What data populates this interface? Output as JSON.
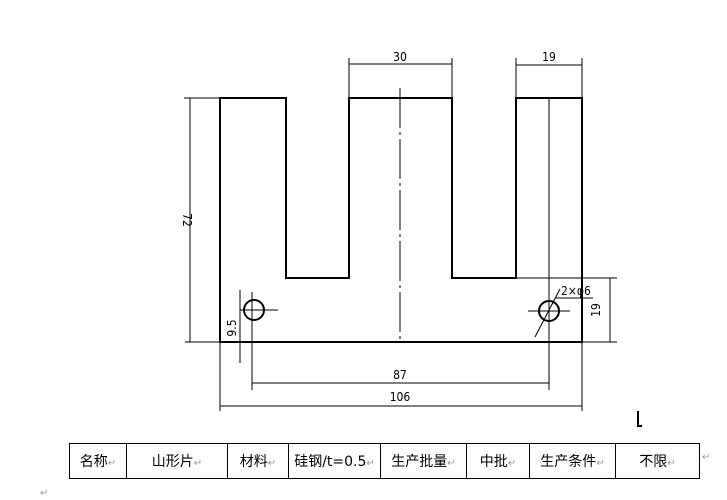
{
  "drawing": {
    "dimensions": {
      "height_total": "72",
      "slot_width": "30",
      "prong_width": "19",
      "base_height": "19",
      "hole_offset": "9.5",
      "hole_spacing": "87",
      "total_width": "106",
      "hole_callout": "2×φ6"
    }
  },
  "spec_table": {
    "cells": [
      "名称",
      "山形片",
      "材料",
      "硅钢/t=0.5",
      "生产批量",
      "中批",
      "生产条件",
      "不限"
    ],
    "paragraph_mark": "↵"
  }
}
